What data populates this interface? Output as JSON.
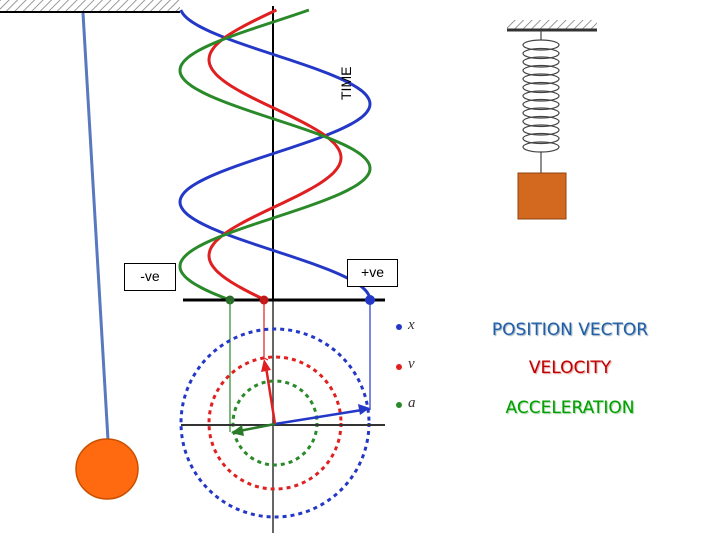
{
  "labels": {
    "time": "TIME",
    "negative": "-ve",
    "positive": "+ve"
  },
  "symbols": {
    "x": "x",
    "v": "v",
    "a": "a"
  },
  "legend": {
    "position": "POSITION VECTOR",
    "velocity": "VELOCITY",
    "acceleration": "ACCELERATION"
  },
  "colors": {
    "position": "#2438c8",
    "velocity": "#e02020",
    "acceleration": "#2a8a2a",
    "pendulum_bob": "#ff6a10",
    "spring_mass": "#d2691e",
    "legend_position": "#1f5fa8",
    "legend_velocity": "#c00000",
    "legend_acceleration": "#00a000"
  }
}
